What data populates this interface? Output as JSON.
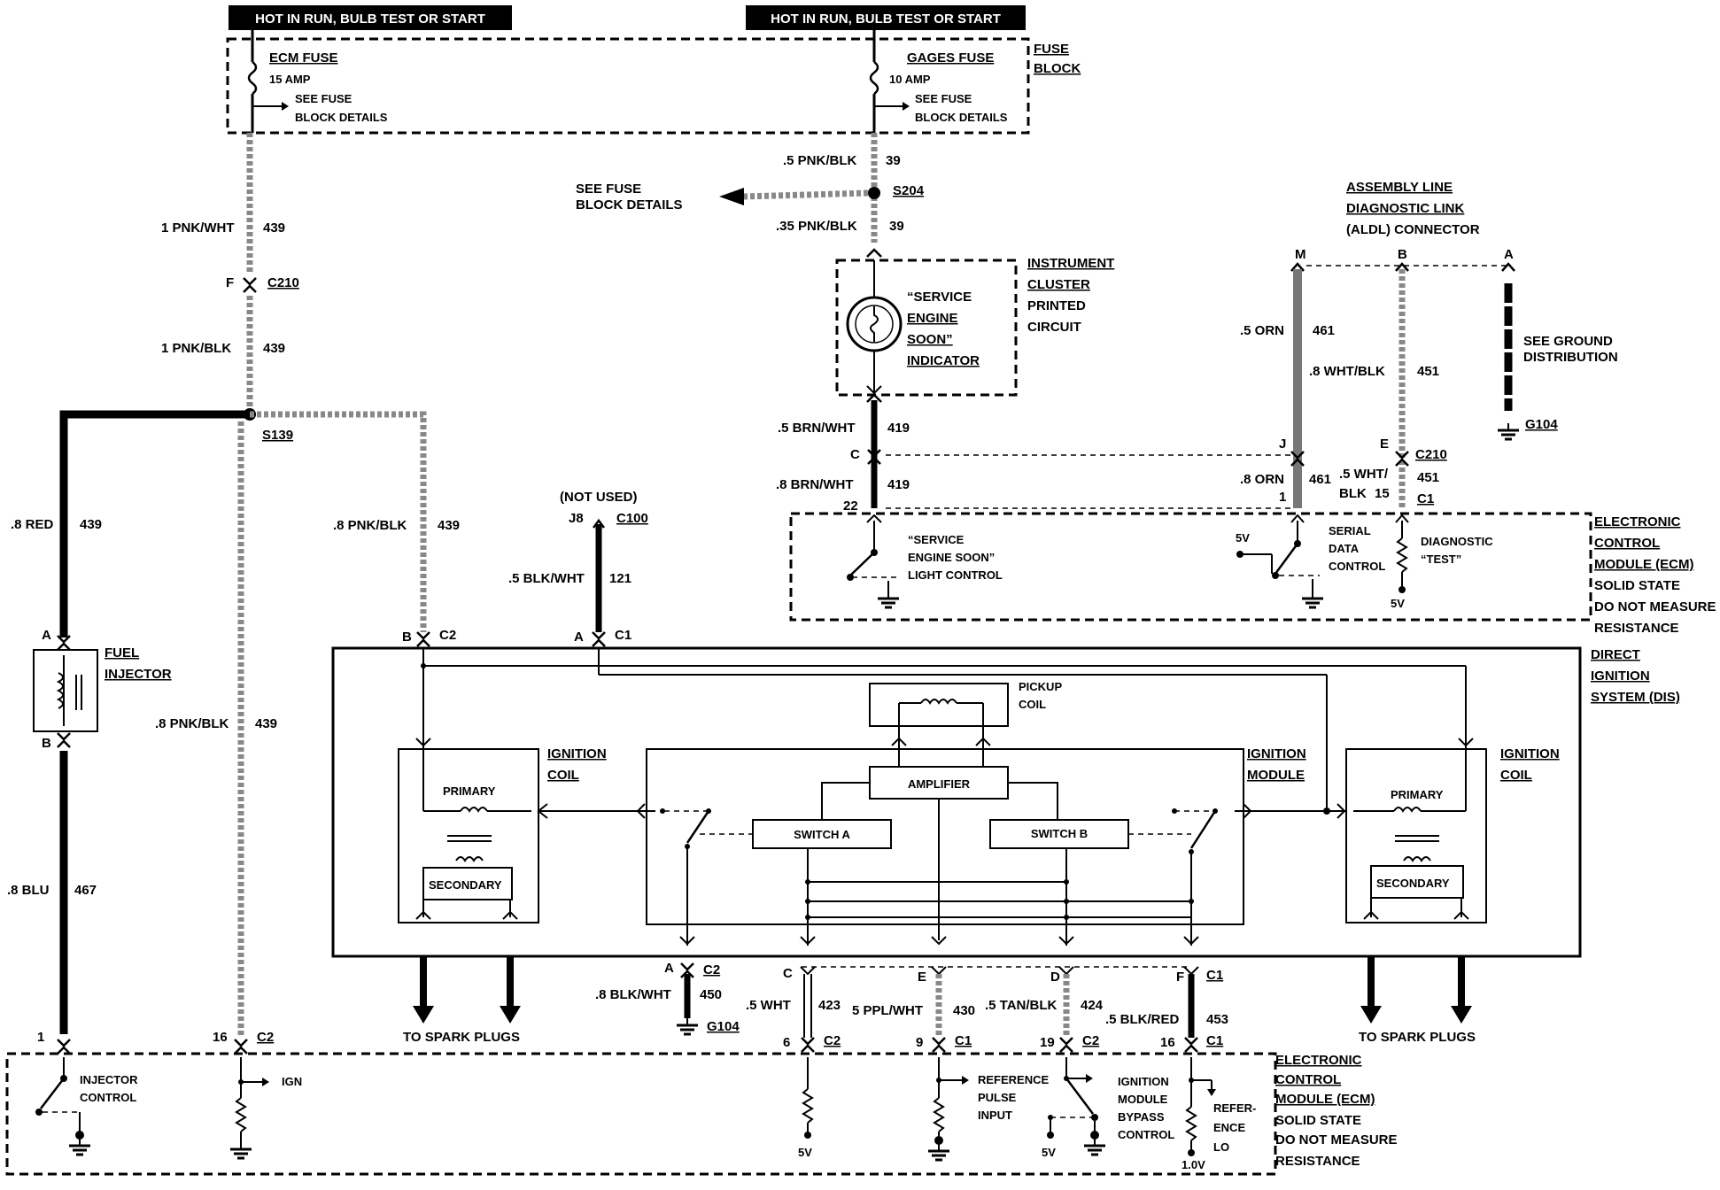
{
  "headers": {
    "left": "HOT IN RUN, BULB TEST OR START",
    "right": "HOT IN RUN, BULB TEST OR START"
  },
  "fuse_block": {
    "label_line1": "FUSE",
    "label_line2": "BLOCK",
    "ecm_fuse": "ECM FUSE",
    "ecm_amp": "15 AMP",
    "gages_fuse": "GAGES FUSE",
    "gages_amp": "10 AMP",
    "see1a": "SEE FUSE",
    "see1b": "BLOCK DETAILS",
    "see2a": "SEE FUSE",
    "see2b": "BLOCK DETAILS"
  },
  "splices": {
    "s204": "S204",
    "s204_note_a": "SEE FUSE",
    "s204_note_b": "BLOCK DETAILS",
    "s139": "S139"
  },
  "wires": {
    "w439_a_color": "1 PNK/WHT",
    "w439_a_num": "439",
    "w439_b_color": "1 PNK/BLK",
    "w439_b_num": "439",
    "w439_c_color": ".8 PNK/BLK",
    "w439_c_num": "439",
    "w439_d_color": ".8 PNK/BLK",
    "w439_d_num": "439",
    "w439_red_color": ".8 RED",
    "w439_red_num": "439",
    "w467_color": ".8 BLU",
    "w467_num": "467",
    "w39_a_color": ".5 PNK/BLK",
    "w39_a_num": "39",
    "w39_b_color": ".35 PNK/BLK",
    "w39_b_num": "39",
    "w419_a_color": ".5 BRN/WHT",
    "w419_a_num": "419",
    "w419_b_color": ".8 BRN/WHT",
    "w419_b_num": "419",
    "w121_color": ".5 BLK/WHT",
    "w121_num": "121",
    "w461_a_color": ".5 ORN",
    "w461_a_num": "461",
    "w461_b_color": ".8 ORN",
    "w461_b_num": "461",
    "w451_a_color": ".8 WHT/BLK",
    "w451_a_num": "451",
    "w451_b_color1": ".5 WHT/",
    "w451_b_color2": "BLK",
    "w451_b_pin": "15",
    "w451_b_num": "451",
    "w450_color": ".8 BLK/WHT",
    "w450_num": "450",
    "w423_color": ".5 WHT",
    "w423_num": "423",
    "w430_color": "5 PPL/WHT",
    "w430_num": "430",
    "w424_color": ".5 TAN/BLK",
    "w424_num": "424",
    "w453_color": ".5 BLK/RED",
    "w453_num": "453"
  },
  "connectors": {
    "c210_f_pin": "F",
    "c210_f": "C210",
    "c100_note": "(NOT USED)",
    "c100_pin": "J8",
    "c100": "C100",
    "inj_a": "A",
    "inj_b": "B",
    "dis_b": "B",
    "dis_b_c": "C2",
    "dis_a": "A",
    "dis_a_c": "C1",
    "ecm_1": "1",
    "ecm_16": "16",
    "ecm_16_c": "C2",
    "ic_c": "C",
    "ic_22": "22",
    "aldl_m": "M",
    "aldl_b": "B",
    "aldl_a": "A",
    "c210_j": "J",
    "c210_e": "E",
    "c210_c": "C210",
    "ecm_pin1": "1",
    "ecm_c1": "C1",
    "bot_a": "A",
    "bot_a_c": "C2",
    "bot_c": "C",
    "bot_e": "E",
    "bot_d": "D",
    "bot_f": "F",
    "bot_f_c": "C1",
    "bot_6": "6",
    "bot_6_c": "C2",
    "bot_9": "9",
    "bot_9_c": "C1",
    "bot_19": "19",
    "bot_19_c": "C2",
    "bot_16": "16",
    "bot_16_c": "C1"
  },
  "grounds": {
    "g104_a": "G104",
    "g104_b": "G104"
  },
  "instrument_cluster": {
    "l1": "INSTRUMENT",
    "l2": "CLUSTER",
    "l3": "PRINTED",
    "l4": "CIRCUIT",
    "ind1": "“SERVICE",
    "ind2": "ENGINE",
    "ind3": "SOON”",
    "ind4": "INDICATOR"
  },
  "aldl": {
    "l1": "ASSEMBLY LINE",
    "l2": "DIAGNOSTIC LINK",
    "l3": "(ALDL) CONNECTOR",
    "ground_a": "SEE GROUND",
    "ground_b": "DISTRIBUTION"
  },
  "ecm_top": {
    "ses1": "“SERVICE",
    "ses2": "ENGINE SOON”",
    "ses3": "LIGHT CONTROL",
    "fivev": "5V",
    "sdc1": "SERIAL",
    "sdc2": "DATA",
    "sdc3": "CONTROL",
    "diag1": "DIAGNOSTIC",
    "diag2": "“TEST”",
    "fivev2": "5V",
    "lab1": "ELECTRONIC",
    "lab2": "CONTROL",
    "lab3": "MODULE (ECM)",
    "lab4": "SOLID STATE",
    "lab5": "DO NOT MEASURE",
    "lab6": "RESISTANCE"
  },
  "fuel_injector": {
    "l1": "FUEL",
    "l2": "INJECTOR"
  },
  "dis": {
    "lab1": "DIRECT",
    "lab2": "IGNITION",
    "lab3": "SYSTEM (DIS)",
    "pickup1": "PICKUP",
    "pickup2": "COIL",
    "amplifier": "AMPLIFIER",
    "switch_a": "SWITCH A",
    "switch_b": "SWITCH B",
    "coil_l1": "IGNITION",
    "coil_l2": "COIL",
    "module_l1": "IGNITION",
    "module_l2": "MODULE",
    "coil_r1": "IGNITION",
    "coil_r2": "COIL",
    "primary_l": "PRIMARY",
    "secondary_l": "SECONDARY",
    "primary_r": "PRIMARY",
    "secondary_r": "SECONDARY",
    "spark_l": "TO SPARK PLUGS",
    "spark_r": "TO SPARK PLUGS"
  },
  "ecm_bottom": {
    "inj1": "INJECTOR",
    "inj2": "CONTROL",
    "ign": "IGN",
    "fivev_a": "5V",
    "ref1": "REFERENCE",
    "ref2": "PULSE",
    "ref3": "INPUT",
    "byp1": "IGNITION",
    "byp2": "MODULE",
    "byp3": "BYPASS",
    "byp4": "CONTROL",
    "fivev_b": "5V",
    "rlo1": "REFER-",
    "rlo2": "ENCE",
    "rlo3": "LO",
    "one_v": "1.0V",
    "lab1": "ELECTRONIC",
    "lab2": "CONTROL",
    "lab3": "MODULE (ECM)",
    "lab4": "SOLID STATE",
    "lab5": "DO NOT MEASURE",
    "lab6": "RESISTANCE"
  }
}
